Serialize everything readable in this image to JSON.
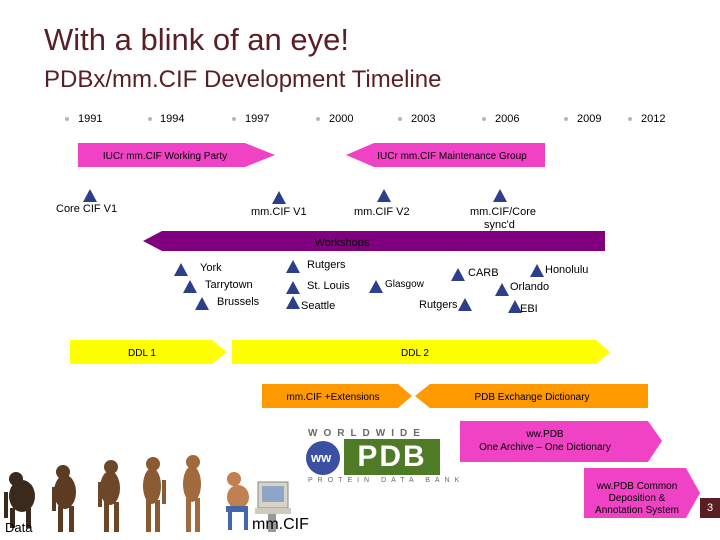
{
  "title": "With a blink of an eye!",
  "subtitle": "PDBx/mm.CIF Development Timeline",
  "years": [
    "1991",
    "1994",
    "1997",
    "2000",
    "2003",
    "2006",
    "2009",
    "2012"
  ],
  "arrows": {
    "working_party": "IUCr mm.CIF Working Party",
    "maintenance_group": "IUCr mm.CIF Maintenance Group",
    "workshops": "Workshops",
    "ddl1": "DDL 1",
    "ddl2": "DDL 2",
    "extensions": "mm.CIF +Extensions",
    "pdb_exchange": "PDB Exchange Dictionary",
    "wwpdb_archive_line1": "ww.PDB",
    "wwpdb_archive_line2": "One Archive – One Dictionary",
    "common_dep_line1": "ww.PDB Common",
    "common_dep_line2": "Deposition &",
    "common_dep_line3": "Annotation System"
  },
  "milestones": {
    "core_cif": "Core CIF V1",
    "mmcif_v1": "mm.CIF V1",
    "mmcif_v2": "mm.CIF V2",
    "core_sync_line1": "mm.CIF/Core",
    "core_sync_line2": "sync'd"
  },
  "workshops": {
    "york": "York",
    "tarrytown": "Tarrytown",
    "brussels": "Brussels",
    "rutgers1": "Rutgers",
    "st_louis": "St. Louis",
    "seattle": "Seattle",
    "glasgow": "Glasgow",
    "rutgers2": "Rutgers",
    "carb": "CARB",
    "honolulu": "Honolulu",
    "orlando": "Orlando",
    "ebi": "EBI"
  },
  "logo": {
    "top": "WORLDWIDE",
    "main": "PDB",
    "bottom": "PROTEIN DATA BANK"
  },
  "footer": {
    "data_label": "Data",
    "mmcif_label": "mm.CIF",
    "page_number": "3"
  },
  "colors": {
    "title": "#5a1f24",
    "pink_arrow": "#ef42c4",
    "purple_bar": "#800080",
    "yellow_arrow": "#ffff00",
    "orange_arrow": "#ff9900",
    "triangle": "#2e3f8a"
  }
}
